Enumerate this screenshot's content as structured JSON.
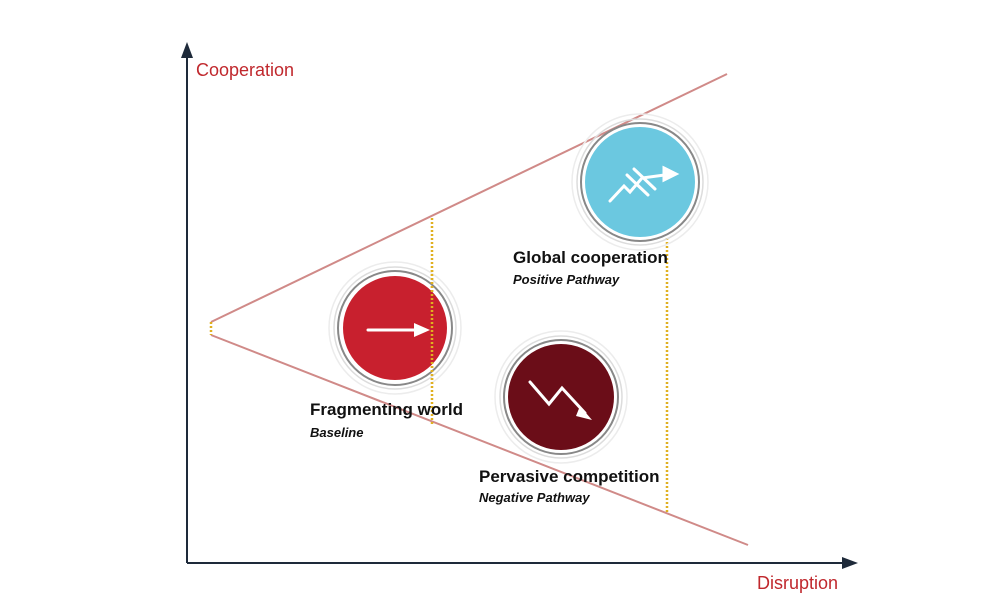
{
  "axes": {
    "y_label": "Cooperation",
    "x_label": "Disruption"
  },
  "scenarios": [
    {
      "title": "Global cooperation",
      "subtitle": "Positive Pathway",
      "color": "#6bc8e0",
      "icon": "breakthrough-arrow-icon"
    },
    {
      "title": "Fragmenting world",
      "subtitle": "Baseline",
      "color": "#c8202e",
      "icon": "arrow-right-icon"
    },
    {
      "title": "Pervasive competition",
      "subtitle": "Negative Pathway",
      "color": "#6b0d18",
      "icon": "zigzag-down-arrow-icon"
    }
  ],
  "colors": {
    "cone": "#d08a88",
    "axis": "#1e2a3a",
    "dotted": "#e0b020",
    "axis_label": "#c0282d"
  }
}
